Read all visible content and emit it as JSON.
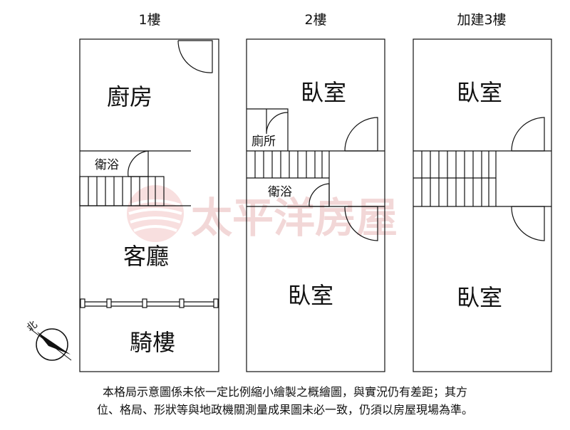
{
  "floors": [
    {
      "title": "1樓",
      "rooms": [
        "廚房",
        "衛浴",
        "客廳",
        "騎樓"
      ]
    },
    {
      "title": "2樓",
      "rooms": [
        "臥室",
        "廁所",
        "衛浴",
        "臥室"
      ]
    },
    {
      "title": "加建3樓",
      "rooms": [
        "臥室",
        "臥室"
      ]
    }
  ],
  "compass_label": "北",
  "watermark": "太平洋房屋",
  "disclaimer": {
    "line1": "本格局示意圖係未依一定比例縮小繪製之概繪圖，與實況仍有差距；其方",
    "line2": "位、格局、形狀等與地政機關測量成果圖未必一致，仍須以房屋現場為準。"
  }
}
